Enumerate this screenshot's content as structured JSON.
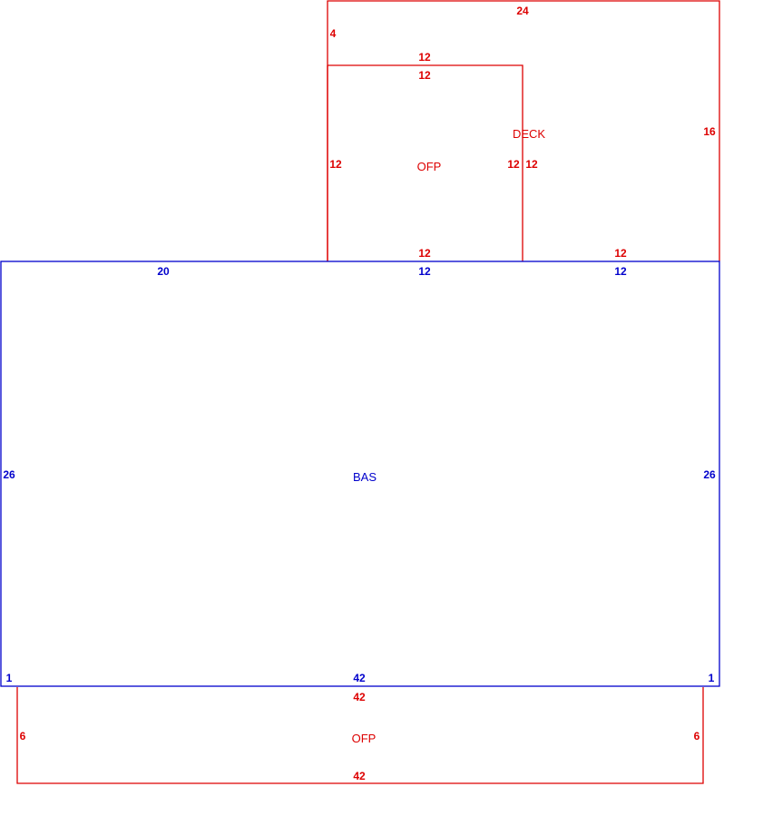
{
  "colors": {
    "main": "#0000cc",
    "addition": "#dd0000",
    "background": "#ffffff"
  },
  "areas": {
    "deck": {
      "label": "DECK"
    },
    "ofp_top": {
      "label": "OFP"
    },
    "bas": {
      "label": "BAS"
    },
    "ofp_bottom": {
      "label": "OFP"
    }
  },
  "dimensions": {
    "deck_top": "24",
    "deck_left_upper": "4",
    "deck_right": "16",
    "deck_bottom": "12",
    "deck_inner": "12",
    "ofp_top_top_outer": "12",
    "ofp_top_top_inner": "12",
    "ofp_top_left": "12",
    "ofp_top_right": "12",
    "ofp_top_bottom": "12",
    "bas_top_left": "20",
    "bas_top_middle": "12",
    "bas_top_right": "12",
    "bas_left": "26",
    "bas_right": "26",
    "bas_bottom": "42",
    "bas_bottom_left_jog": "1",
    "bas_bottom_right_jog": "1",
    "ofp_bottom_top": "42",
    "ofp_bottom_left": "6",
    "ofp_bottom_right": "6",
    "ofp_bottom_bottom": "42"
  }
}
